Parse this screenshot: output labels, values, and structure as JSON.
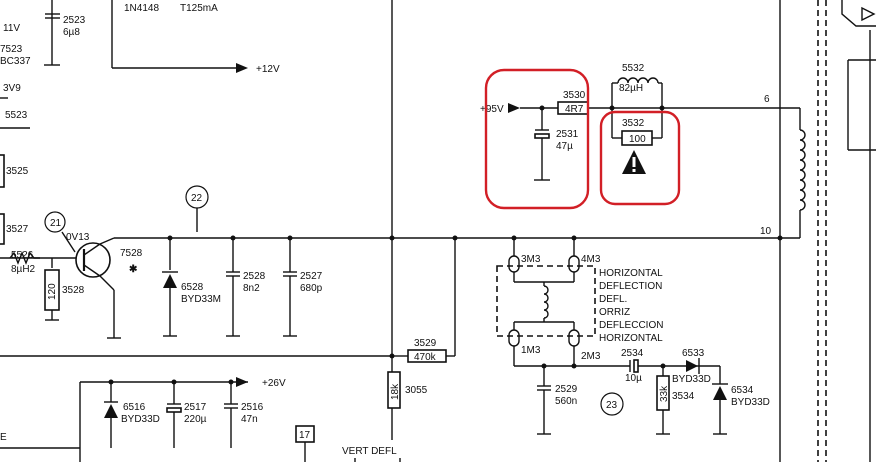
{
  "colors": {
    "highlight": "#d21f26",
    "ink": "#111111",
    "background": "#ffffff"
  },
  "top_left": {
    "part_a": "1N4148",
    "part_b": "T125mA",
    "c2523_ref": "2523",
    "c2523_val": "6µ8",
    "v11": "11V",
    "ref7523": "7523",
    "bc337": "BC337",
    "v3v9": "3V9",
    "ref5523": "5523",
    "ref3525": "3525",
    "ref3527": "3527"
  },
  "supplies": {
    "v12": "+12V",
    "v95": "+95V",
    "v26": "+26V"
  },
  "nodes": {
    "n21": "21",
    "n22": "22",
    "n23": "23",
    "n17": "17"
  },
  "transistor": {
    "ref": "7528",
    "voltage": "0V13"
  },
  "inductor5526": {
    "ref": "5526",
    "value": "8µH2"
  },
  "r3528": {
    "ref": "3528",
    "value": "120"
  },
  "d6528": {
    "ref": "6528",
    "type": "BYD33M"
  },
  "c2528": {
    "ref": "2528",
    "value": "8n2"
  },
  "c2527": {
    "ref": "2527",
    "value": "680p"
  },
  "r3530": {
    "ref": "3530",
    "value": "4R7"
  },
  "c2531": {
    "ref": "2531",
    "value": "47µ"
  },
  "l5532": {
    "ref": "5532",
    "value": "82µH"
  },
  "r3532": {
    "ref": "3532",
    "value": "100"
  },
  "pins": {
    "p6": "6",
    "p10": "10"
  },
  "connector": {
    "p3": "3M3",
    "p4": "4M3",
    "p1": "1M3",
    "p2": "2M3"
  },
  "deflection_note": [
    "HORIZONTAL",
    "DEFLECTION",
    "DEFL.",
    "ORRIZ",
    "DEFLECCION",
    "HORIZONTAL"
  ],
  "r3529": {
    "ref": "3529",
    "value": "470k"
  },
  "r3055": {
    "ref": "3055",
    "value": "18k"
  },
  "c2529": {
    "ref": "2529",
    "value": "560n"
  },
  "c2534": {
    "ref": "2534",
    "value": "10µ"
  },
  "r3534": {
    "ref": "3534",
    "value": "33k"
  },
  "d6533": {
    "ref": "6533",
    "type": "BYD33D"
  },
  "d6534": {
    "ref": "6534",
    "type": "BYD33D"
  },
  "d6516": {
    "ref": "6516",
    "type": "BYD33D"
  },
  "c2517": {
    "ref": "2517",
    "value": "220µ"
  },
  "c2516": {
    "ref": "2516",
    "value": "47n"
  },
  "bottom": {
    "vert_defl": "VERT  DEFL",
    "edge_letter": "E"
  }
}
